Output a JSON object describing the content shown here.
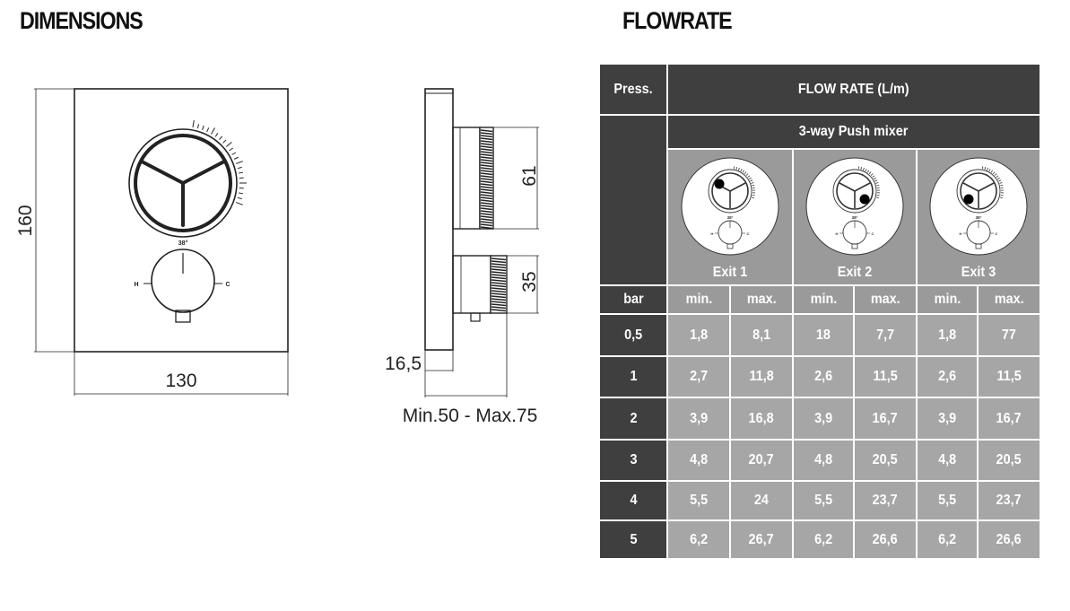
{
  "headings": {
    "dimensions": "DIMENSIONS",
    "flowrate": "FLOWRATE"
  },
  "front_view": {
    "height": "160",
    "width": "130",
    "temp": "38°",
    "hot": "H",
    "cold": "C"
  },
  "side_view": {
    "dim_61": "61",
    "dim_35": "35",
    "dim_16_5": "16,5",
    "depth_range": "Min.50 - Max.75"
  },
  "table": {
    "press_header": "Press.",
    "flow_header": "FLOW RATE (L/m)",
    "mixer": "3-way Push mixer",
    "exits": [
      {
        "label": "Exit 1",
        "dot": "top-left"
      },
      {
        "label": "Exit 2",
        "dot": "right"
      },
      {
        "label": "Exit 3",
        "dot": "left"
      }
    ],
    "mini_temp": "38°",
    "unit": "bar",
    "min_label": "min.",
    "max_label": "max.",
    "rows": [
      {
        "bar": "0,5",
        "v": [
          "1,8",
          "8,1",
          "18",
          "7,7",
          "1,8",
          "77"
        ]
      },
      {
        "bar": "1",
        "v": [
          "2,7",
          "11,8",
          "2,6",
          "11,5",
          "2,6",
          "11,5"
        ]
      },
      {
        "bar": "2",
        "v": [
          "3,9",
          "16,8",
          "3,9",
          "16,7",
          "3,9",
          "16,7"
        ]
      },
      {
        "bar": "3",
        "v": [
          "4,8",
          "20,7",
          "4,8",
          "20,5",
          "4,8",
          "20,5"
        ]
      },
      {
        "bar": "4",
        "v": [
          "5,5",
          "24",
          "5,5",
          "23,7",
          "5,5",
          "23,7"
        ]
      },
      {
        "bar": "5",
        "v": [
          "6,2",
          "26,7",
          "6,2",
          "26,6",
          "6,2",
          "26,6"
        ]
      }
    ]
  }
}
